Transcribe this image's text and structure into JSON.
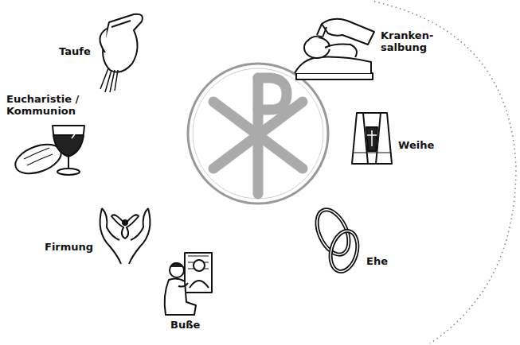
{
  "diagram": {
    "labels": [
      "Taufe",
      "Kranken- salbung",
      "Eucharistie / Kommunion",
      "Weihe",
      "Firmung",
      "Ehe",
      "Buße"
    ]
  }
}
